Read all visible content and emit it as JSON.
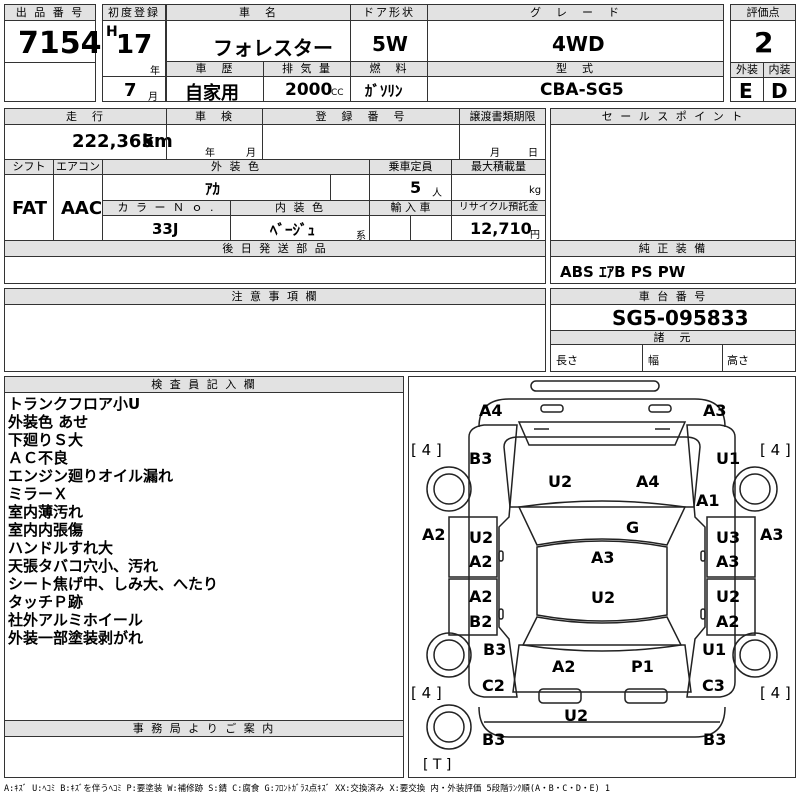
{
  "headers": {
    "lot_no": "出 品 番 号",
    "first_reg": "初度登録",
    "car_name": "車　名",
    "door": "ドア形状",
    "grade": "グ　レ　ー　ド",
    "score": "評価点",
    "history": "車　歴",
    "displacement": "排 気 量",
    "fuel": "燃　料",
    "model": "型　式",
    "exterior": "外装",
    "interior": "内装",
    "mileage": "走　行",
    "inspection": "車　検",
    "reg_no": "登　録　番　号",
    "transfer_deadline": "譲渡書類期限",
    "sales_point": "セ ー ル ス ポ イ ン ト",
    "shift": "シフト",
    "aircon": "エアコン",
    "ext_color": "外 装 色",
    "capacity": "乗車定員",
    "max_load": "最大積載量",
    "color_no": "カ ラ ー Ｎ ｏ .",
    "int_color": "内 装 色",
    "import": "輸 入 車",
    "recycle": "リサイクル預託金",
    "later_parts": "後 日 発 送 部 品",
    "equipment": "純 正 装 備",
    "notes": "注 意 事 項 欄",
    "chassis": "車 台 番 号",
    "specs": "諸　元",
    "inspector": "検 査 員 記 入 欄",
    "office": "事 務 局 よ り ご 案 内"
  },
  "lot": {
    "number": "7154"
  },
  "first_reg": {
    "era": "H",
    "year": "17",
    "year_unit": "年",
    "month": "7",
    "month_unit": "月"
  },
  "car": {
    "name": "フォレスター",
    "door": "5W",
    "grade": "4WD",
    "score": "2",
    "history": "自家用",
    "displacement": "2000",
    "cc": "CC",
    "fuel": "ｶﾞｿﾘﾝ",
    "model": "CBA-SG5",
    "exterior_grade": "E",
    "interior_grade": "D"
  },
  "row2": {
    "mileage": "222,365",
    "km": "km",
    "insp_year": "年",
    "insp_month": "月",
    "deadline_month": "月",
    "deadline_day": "日"
  },
  "row3": {
    "shift": "FAT",
    "aircon": "AAC",
    "color": "ｱｶ",
    "capacity": "5",
    "capacity_unit": "人",
    "load_unit": "kg",
    "color_no": "33J",
    "int_color": "ﾍﾞｰｼﾞｭ",
    "int_color_unit": "系",
    "recycle": "12,710",
    "recycle_unit": "円"
  },
  "equipment": "ABS ｴｱB PS PW",
  "chassis_no": "SG5-095833",
  "specs": {
    "length": "長さ",
    "width": "幅",
    "height": "高さ"
  },
  "remarks": [
    "トランクフロア小U",
    "外装色 あせ",
    "下廻りＳ大",
    "ＡＣ不良",
    "エンジン廻りオイル漏れ",
    "ミラーＸ",
    "室内薄汚れ",
    "室内内張傷",
    "ハンドルすれ大",
    "天張タバコ穴小、汚れ",
    "シート焦げ中、しみ大、へたり",
    "タッチＰ跡",
    "社外アルミホイール",
    "外装一部塗装剥がれ"
  ],
  "diagram": {
    "tires": {
      "fl": "[ 4 ]",
      "fr": "[ 4 ]",
      "rl": "[ 4 ]",
      "rr": "[ 4 ]",
      "spare": "[ T ]"
    },
    "labels": {
      "front_left": "A4",
      "front_right": "A3",
      "fender_fl": "B3",
      "fender_fr": "U1",
      "hood_left": "U2",
      "hood_right": "A4",
      "fender_fr2": "A1",
      "windshield": "G",
      "side_left": "A2",
      "side_right": "A3",
      "door_fl": "U2",
      "door_fl2": "A2",
      "door_fr": "U3",
      "door_fr2": "A3",
      "roof": "A3",
      "roof2": "U2",
      "door_rl": "A2",
      "door_rl2": "B2",
      "door_rr": "U2",
      "door_rr2": "A2",
      "qtr_rl": "B3",
      "qtr_rr": "U1",
      "trunk_left": "A2",
      "trunk_right": "P1",
      "qtr_rl2": "C2",
      "qtr_rr2": "C3",
      "rear_center": "U2",
      "rear_left": "B3",
      "rear_right": "B3"
    }
  },
  "legend": "A:ｷｽﾞ U:ﾍｺﾐ B:ｷｽﾞを伴うﾍｺﾐ P:要塗装 W:補修跡 S:錆 C:腐食 G:ﾌﾛﾝﾄｶﾞﾗｽ点ｷｽﾞ XX:交換済み X:要交換 内・外装評価 5段階ﾗﾝｸ順(A・B・C・D・E) 1"
}
